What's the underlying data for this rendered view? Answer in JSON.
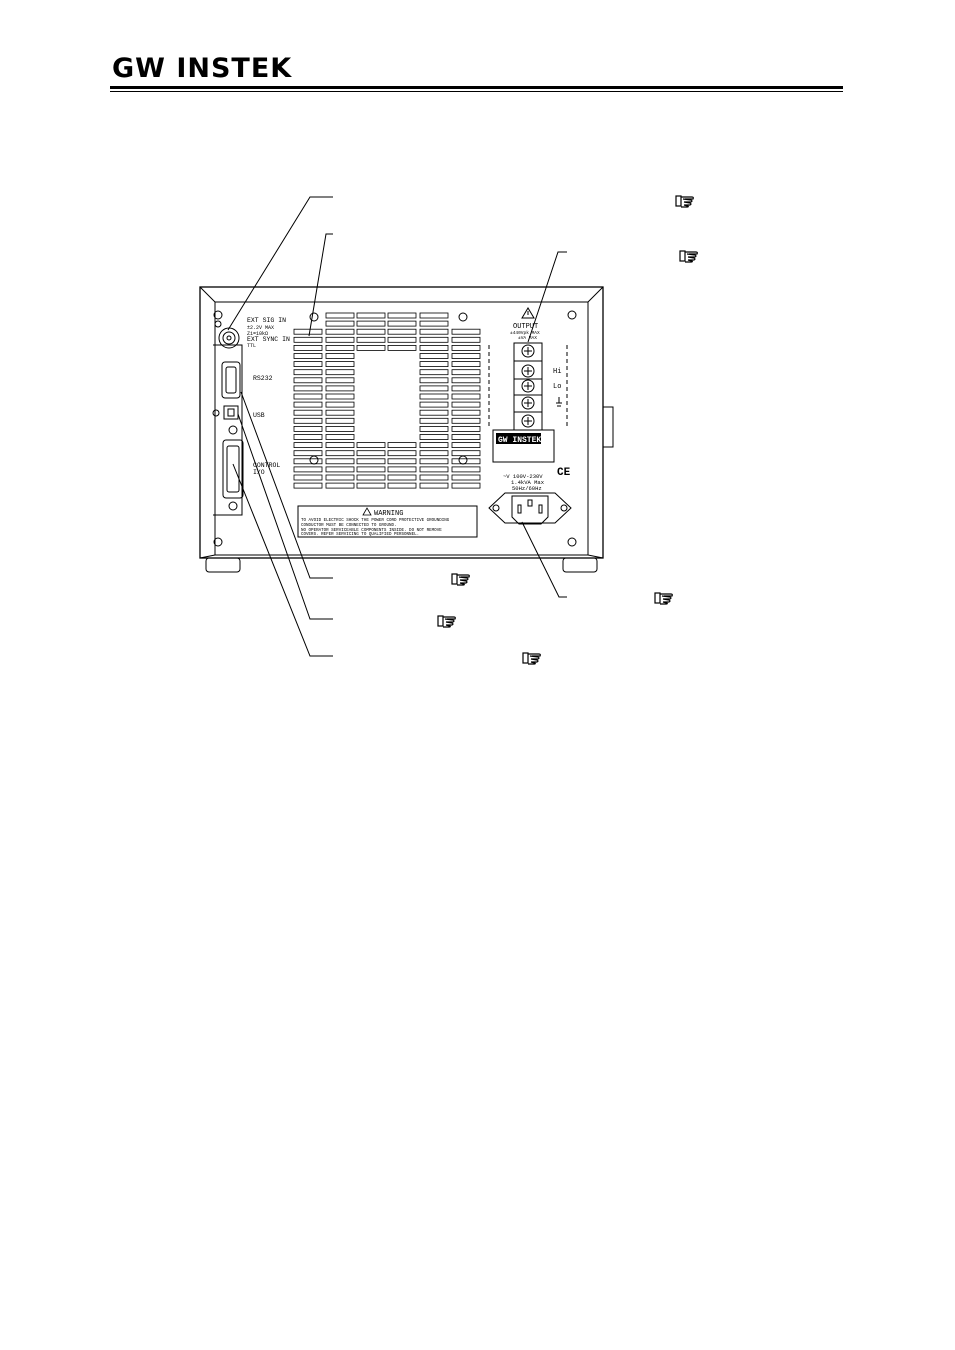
{
  "header": {
    "logo_text": "GW INSTEK"
  },
  "panel": {
    "ext_sig_in": "EXT SIG IN",
    "ext_sig_spec1": "±2.2V MAX",
    "ext_sig_spec2": "Zi=10kΩ",
    "ext_sync_in": "EXT SYNC IN",
    "ttl": "TTL",
    "rs232": "RS232",
    "usb": "USB",
    "control": "CONTROL",
    "control_io": "I/O",
    "output": "OUTPUT",
    "output_spec1": "±440Vpk MAX",
    "output_spec2": "±VA MAX",
    "hi": "Hi",
    "lo": "Lo",
    "brand_plate": "GW INSTEK",
    "ce": "CE",
    "power_rating1": "~V  100V-230V",
    "power_rating2": "1.4kVA Max",
    "power_rating3": "50Hz/60Hz",
    "warning_title": "WARNING",
    "warning_line1": "TO AVOID ELECTRIC SHOCK THE POWER CORD PROTECTIVE GROUNDING",
    "warning_line2": "CONDUCTOR MUST BE CONNECTED TO GROUND.",
    "warning_line3": "NO OPERATOR SERVICEABLE COMPONENTS INSIDE. DO NOT REMOVE",
    "warning_line4": "COVERS. REFER SERVICING TO QUALIFIED PERSONNEL."
  },
  "icons": {
    "reference": "pointing-hand-icon"
  }
}
